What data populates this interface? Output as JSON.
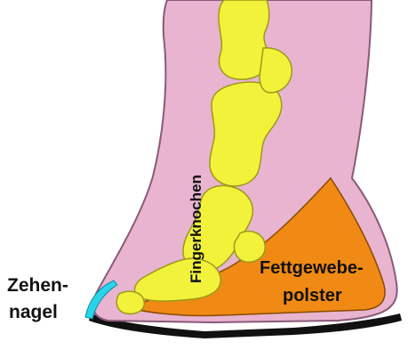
{
  "labels": {
    "toenail_line1": "Zehen-",
    "toenail_line2": "nagel",
    "bones": "Fingerknochen",
    "fat_pad_line1": "Fettgewebe-",
    "fat_pad_line2": "polster"
  },
  "colors": {
    "skin": "#e8b4d0",
    "skin_outline": "#8a5a78",
    "bone": "#f2f23a",
    "bone_outline": "#9a9a1a",
    "fat_pad": "#f08a14",
    "fat_pad_outline": "#8a4a00",
    "nail": "#29d4ea",
    "sole": "#111111",
    "background": "#ffffff"
  }
}
